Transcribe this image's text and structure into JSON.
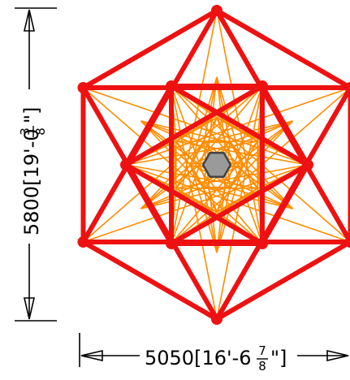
{
  "drawing": {
    "colors": {
      "outer_frame": "#ee1111",
      "inner_lattice": "#ff8c00",
      "center_hub": "#9a9a9a",
      "dimension": "#000000"
    },
    "center_hub_icon": "hexagon-hub",
    "height_dimension": {
      "value_mm": "5800",
      "imperial_whole": "[19'-0",
      "frac_num": "3",
      "frac_den": "8",
      "close": "\"]"
    },
    "width_dimension": {
      "value_mm": "5050",
      "imperial_whole": "[16'-6",
      "frac_num": "7",
      "frac_den": "8",
      "close": "\"]"
    }
  }
}
